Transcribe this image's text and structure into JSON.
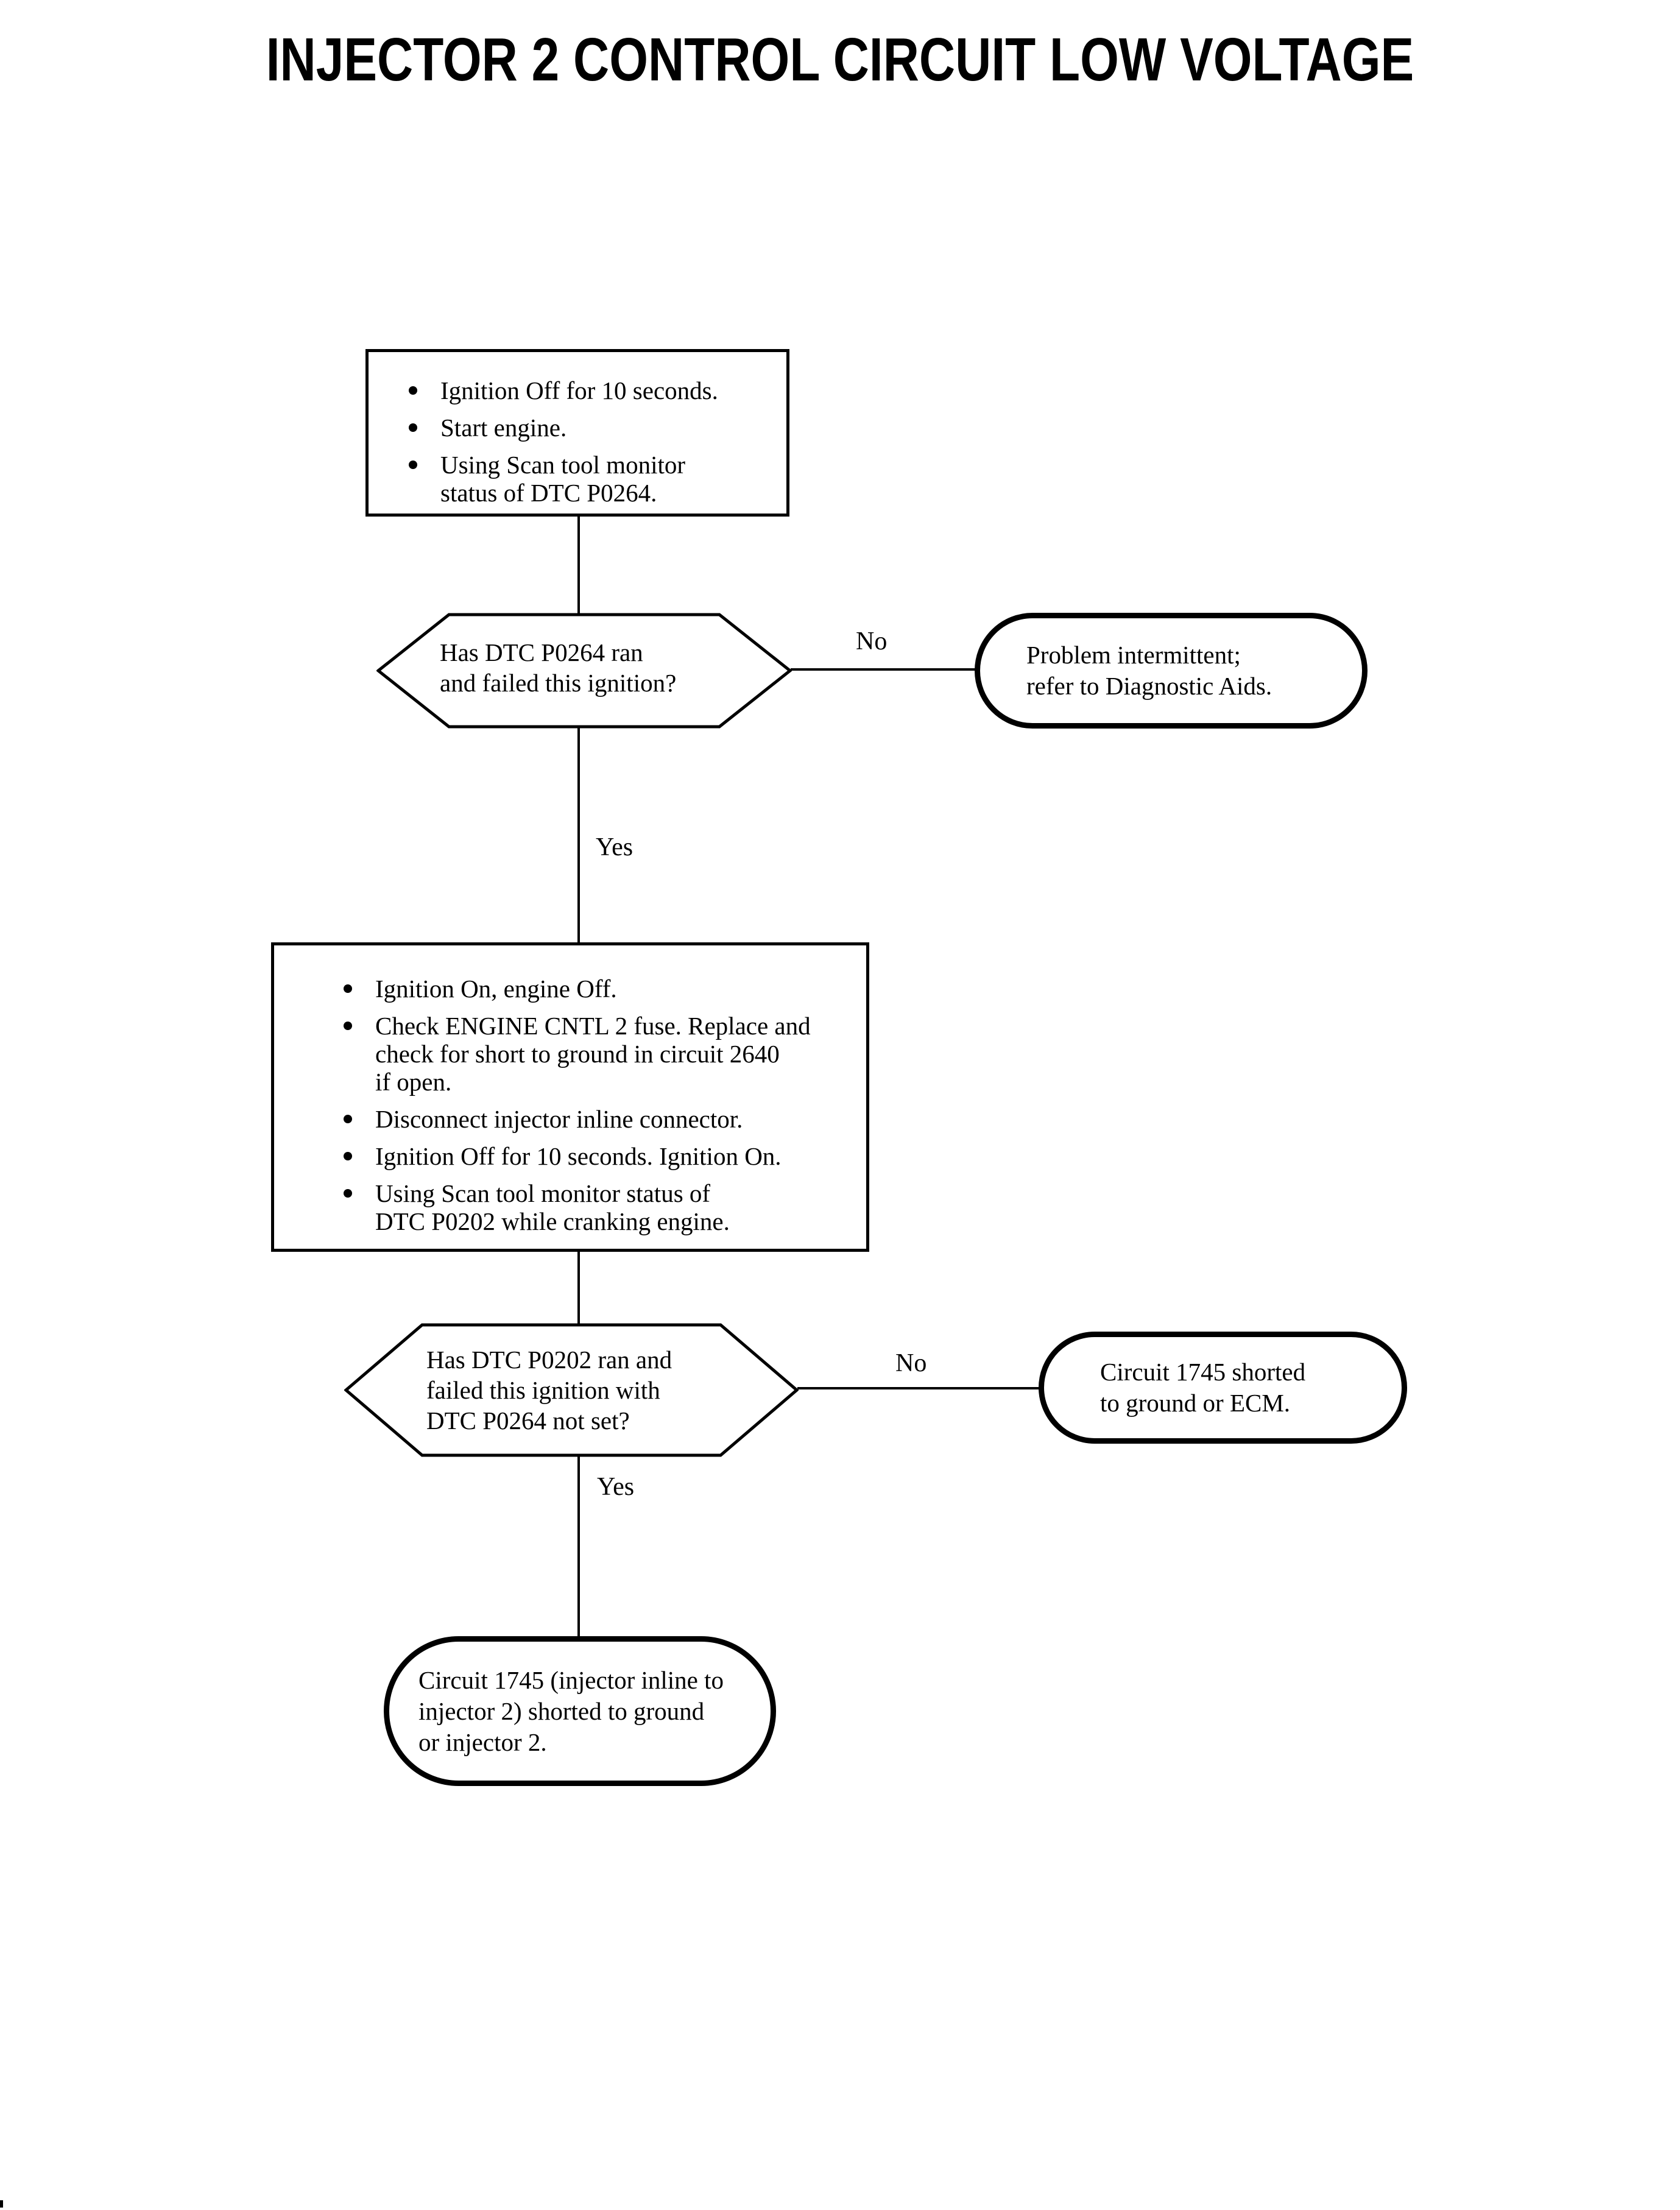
{
  "page": {
    "title": "INJECTOR 2 CONTROL CIRCUIT LOW VOLTAGE"
  },
  "colors": {
    "ink": "#000000",
    "paper": "#ffffff"
  },
  "flow": {
    "step1": {
      "type": "process",
      "items": [
        [
          "Ignition Off for 10 seconds."
        ],
        [
          "Start engine."
        ],
        [
          "Using Scan tool monitor",
          "status of DTC P0264."
        ]
      ]
    },
    "decision1": {
      "type": "decision",
      "lines": [
        "Has DTC P0264 ran",
        "and failed this ignition?"
      ]
    },
    "no1": {
      "label": "No",
      "result": {
        "type": "terminal",
        "lines": [
          "Problem intermittent;",
          "refer to Diagnostic Aids."
        ]
      }
    },
    "yes1": {
      "label": "Yes"
    },
    "step2": {
      "type": "process",
      "items": [
        [
          "Ignition On, engine Off."
        ],
        [
          "Check ENGINE CNTL 2 fuse. Replace and",
          "check for short to ground in circuit 2640",
          "if open."
        ],
        [
          "Disconnect injector inline connector."
        ],
        [
          "Ignition Off for 10 seconds. Ignition On."
        ],
        [
          "Using Scan tool monitor status of",
          "DTC P0202 while cranking engine."
        ]
      ]
    },
    "decision2": {
      "type": "decision",
      "lines": [
        "Has DTC P0202 ran and",
        "failed this ignition with",
        "DTC P0264 not set?"
      ]
    },
    "no2": {
      "label": "No",
      "result": {
        "type": "terminal",
        "lines": [
          "Circuit 1745 shorted",
          "to ground or ECM."
        ]
      }
    },
    "yes2": {
      "label": "Yes",
      "result": {
        "type": "terminal",
        "lines": [
          "Circuit 1745 (injector inline to",
          "injector 2) shorted to ground",
          "or injector 2."
        ]
      }
    }
  }
}
